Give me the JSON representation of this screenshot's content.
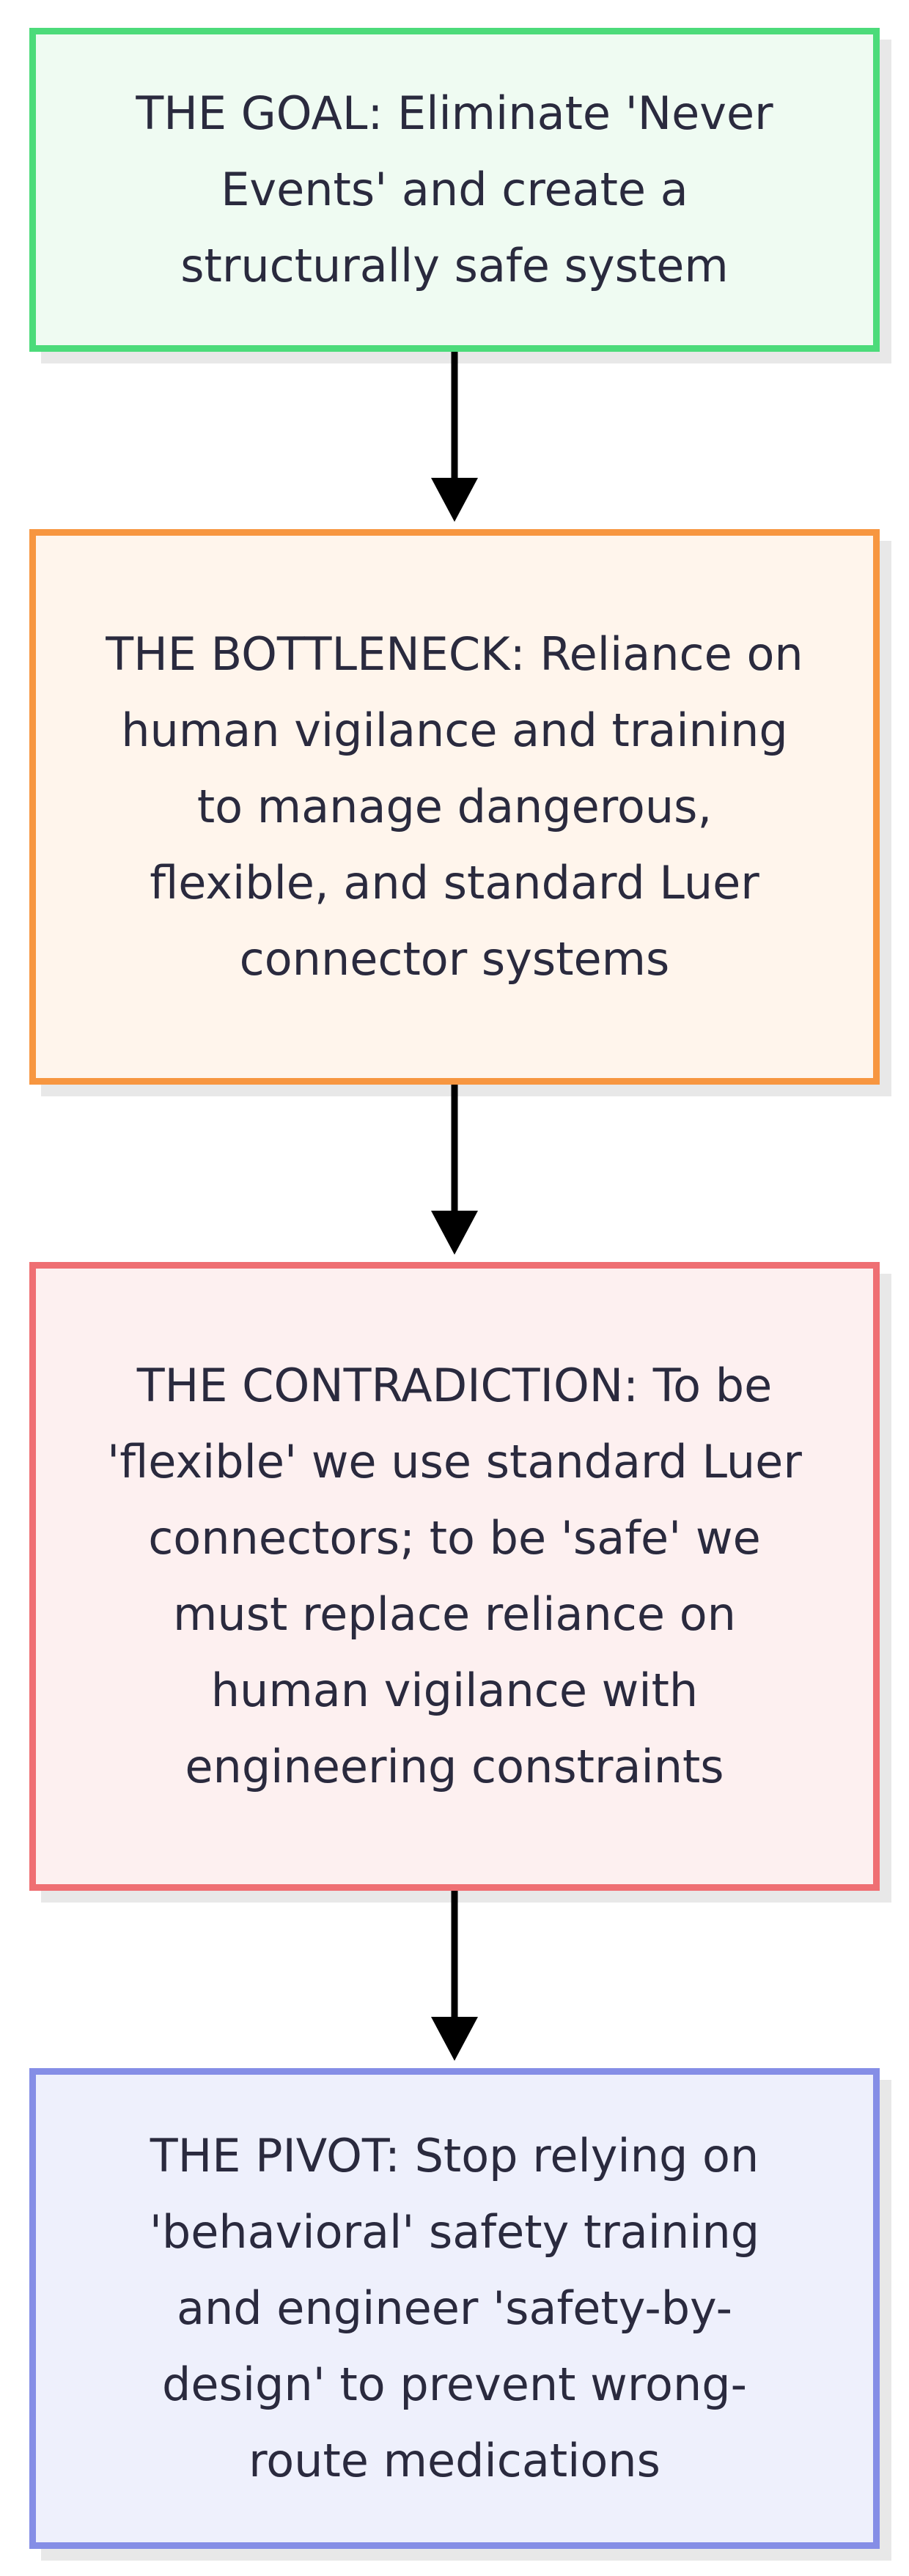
{
  "diagram": {
    "type": "flowchart",
    "direction": "top-to-bottom",
    "nodes": [
      {
        "id": "goal",
        "text": "THE GOAL: Eliminate 'Never Events' and create a structurally safe system",
        "border_color": "#4cdb7a",
        "fill_color": "#effbf2"
      },
      {
        "id": "bottleneck",
        "text": "THE BOTTLENECK: Reliance on human vigilance and training to manage dangerous, flexible, and standard Luer connector systems",
        "border_color": "#f79640",
        "fill_color": "#fff5ec"
      },
      {
        "id": "contradiction",
        "text": "THE CONTRADICTION: To be 'flexible' we use standard Luer connectors; to be 'safe' we must replace reliance on human vigilance with engineering constraints",
        "border_color": "#ef6f73",
        "fill_color": "#fdf0f0"
      },
      {
        "id": "pivot",
        "text": "THE PIVOT: Stop relying on 'behavioral' safety training and engineer 'safety-by-design' to prevent wrong-route medications",
        "border_color": "#858ee6",
        "fill_color": "#eef0fc"
      }
    ],
    "edges": [
      {
        "from": "goal",
        "to": "bottleneck"
      },
      {
        "from": "bottleneck",
        "to": "contradiction"
      },
      {
        "from": "contradiction",
        "to": "pivot"
      }
    ],
    "arrow_color": "#000000"
  }
}
